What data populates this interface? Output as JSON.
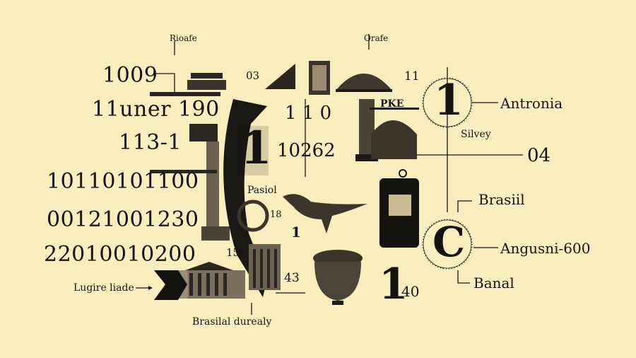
{
  "left_column": {
    "row1": "1009",
    "row1_label": "Rioafe",
    "row2": "11uner 190",
    "row3": "113-1",
    "row4": "10110101100",
    "row5": "00121001230",
    "row6": "22010010200",
    "left_label": "Lugire liade",
    "bottom_label": "Brasilal durealy"
  },
  "center": {
    "top_small": "03",
    "top_right_small": "Orafe",
    "num_11": "11",
    "num_110": "1 1 0",
    "big_one": "1",
    "num_10262": "10262",
    "pasiol": "Pasiol",
    "pke": "PKE",
    "num_18": "18",
    "num_15": "15",
    "num_1_small": "1",
    "num_43": "43",
    "num_1_40_big": "1",
    "num_40": "40"
  },
  "right": {
    "big_one": "1",
    "antronia": "Antronia",
    "silvey": "Silvey",
    "num_04": "04",
    "brasiil": "Brasiil",
    "letter_c": "C",
    "angusni": "Angusni-600",
    "banal": "Banal"
  },
  "colors": {
    "background": "#f8eebd",
    "ink": "#1a1814"
  }
}
